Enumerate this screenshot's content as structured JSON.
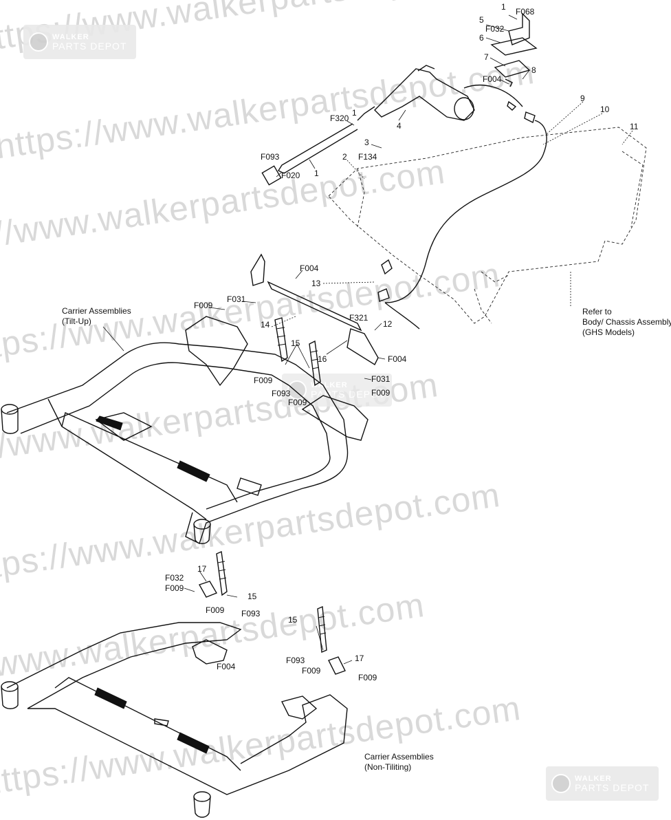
{
  "watermark": {
    "text": "https://www.walkerpartsdepot.com"
  },
  "logo": {
    "line1": "WALKER",
    "line2": "PARTS DEPOT"
  },
  "captions": {
    "tilt_up_line1": "Carrier Assemblies",
    "tilt_up_line2": "(Tilt-Up)",
    "non_tilting_line1": "Carrier Assemblies",
    "non_tilting_line2": "(Non-Tiliting)",
    "body_ref_line1": "Refer to",
    "body_ref_line2": "Body/ Chassis Assembly",
    "body_ref_line3": "(GHS Models)"
  },
  "callouts": {
    "n1": "1",
    "n2": "2",
    "n3": "3",
    "n4": "4",
    "n5": "5",
    "n6": "6",
    "n7": "7",
    "n8": "8",
    "n9": "9",
    "n10": "10",
    "n11": "11",
    "n12": "12",
    "n13": "13",
    "n14": "14",
    "n15": "15",
    "n16": "16",
    "n17": "17",
    "F004": "F004",
    "F009": "F009",
    "F020": "F020",
    "F031": "F031",
    "F032": "F032",
    "F068": "F068",
    "F093": "F093",
    "F134": "F134",
    "F320": "F320",
    "F321": "F321"
  },
  "colors": {
    "line": "#111111",
    "watermark": "#d9d9d9",
    "logo_bg": "#e9e9e9"
  }
}
